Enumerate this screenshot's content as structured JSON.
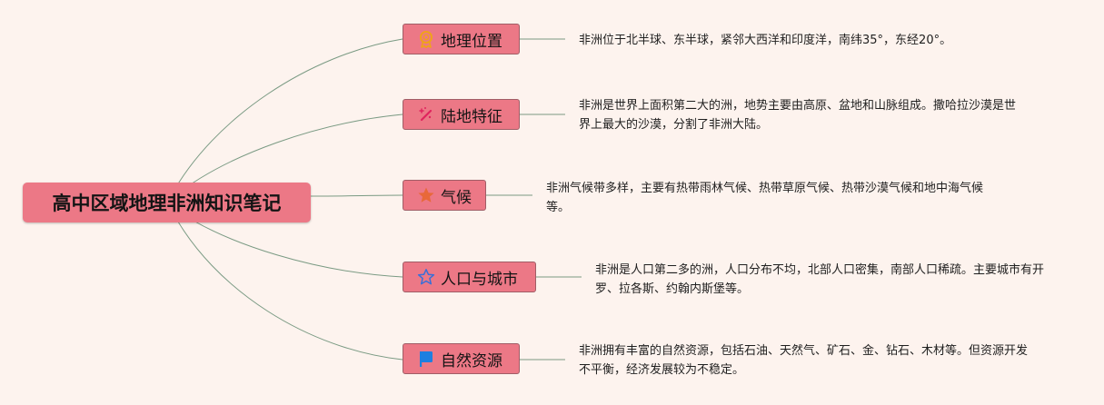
{
  "root": {
    "title": "高中区域地理非洲知识笔记"
  },
  "branches": [
    {
      "label": "地理位置",
      "icon": "award-ribbon-icon",
      "icon_color": "#f0a21b",
      "note": "非洲位于北半球、东半球，紧邻大西洋和印度洋，南纬35°，东经20°。"
    },
    {
      "label": "陆地特征",
      "icon": "magic-wand-icon",
      "icon_color": "#e0245e",
      "note": "非洲是世界上面积第二大的洲，地势主要由高原、盆地和山脉组成。撒哈拉沙漠是世界上最大的沙漠，分割了非洲大陆。"
    },
    {
      "label": "气候",
      "icon": "star-icon",
      "icon_color": "#e8683a",
      "note": "非洲气候带多样，主要有热带雨林气候、热带草原气候、热带沙漠气候和地中海气候等。"
    },
    {
      "label": "人口与城市",
      "icon": "star-outline-icon",
      "icon_color": "#3a6fd8",
      "note": "非洲是人口第二多的洲，人口分布不均，北部人口密集，南部人口稀疏。主要城市有开罗、拉各斯、约翰内斯堡等。"
    },
    {
      "label": "自然资源",
      "icon": "flag-icon",
      "icon_color": "#1e7fe0",
      "note": "非洲拥有丰富的自然资源，包括石油、天然气、矿石、金、钻石、木材等。但资源开发不平衡，经济发展较为不稳定。"
    }
  ],
  "colors": {
    "background": "#fdf3ee",
    "node_fill": "#ec7886",
    "connector": "#7a9a83"
  }
}
